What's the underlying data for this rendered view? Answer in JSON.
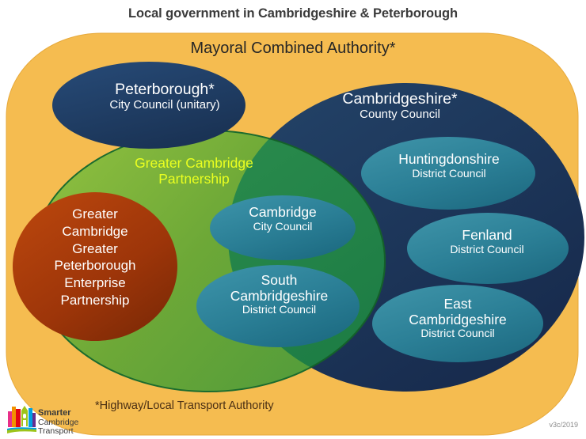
{
  "title": "Local government in Cambridgeshire & Peterborough",
  "diagram": {
    "type": "venn-nested-set",
    "outer": {
      "name": "Mayoral Combined Authority*",
      "color": "#F5BC50"
    },
    "regions": [
      {
        "id": "peterborough",
        "line1": "Peterborough*",
        "line2": "City Council (unitary)",
        "color": "#1F3F66"
      },
      {
        "id": "cambridgeshire",
        "line1": "Cambridgeshire*",
        "line2": "County Council",
        "color": "#1D3557"
      },
      {
        "id": "greater-cambridge-partnership",
        "line1": "Greater Cambridge",
        "line2": "Partnership",
        "color": "#7CB03C",
        "text_color": "#EAFF20"
      },
      {
        "id": "gcgp-enterprise-partnership",
        "line1": "Greater",
        "line2": "Cambridge",
        "line3": "Greater",
        "line4": "Peterborough",
        "line5": "Enterprise",
        "line6": "Partnership",
        "color": "#A4380B"
      },
      {
        "id": "huntingdonshire",
        "line1": "Huntingdonshire",
        "line2": "District Council",
        "color": "#2D8098"
      },
      {
        "id": "fenland",
        "line1": "Fenland",
        "line2": "District  Council",
        "color": "#2D8098"
      },
      {
        "id": "east-cambridgeshire",
        "line1": "East",
        "line2": "Cambridgeshire",
        "line3": "District Council",
        "color": "#2D8098"
      },
      {
        "id": "cambridge-city",
        "line1": "Cambridge",
        "line2": "City Council",
        "color": "#2D8098"
      },
      {
        "id": "south-cambridgeshire",
        "line1": "South",
        "line2": "Cambridgeshire",
        "line3": "District Council",
        "color": "#2D8098"
      }
    ]
  },
  "footnote": "*Highway/Local Transport Authority",
  "version": "v3c/2019",
  "logo": {
    "line1": "Smarter",
    "line2": "Cambridge Transport",
    "icon": "smarter-cambridge-transport-logo"
  }
}
